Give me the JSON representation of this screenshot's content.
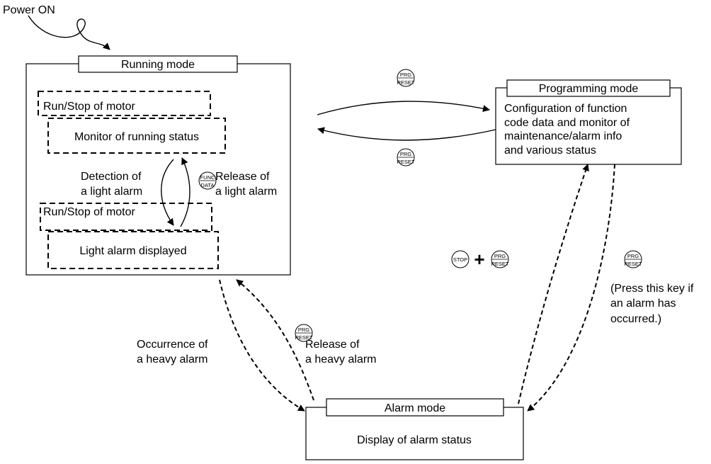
{
  "power_on": "Power ON",
  "running_mode": {
    "title": "Running mode",
    "run_stop_1": "Run/Stop of motor",
    "monitor": "Monitor of running status",
    "run_stop_2": "Run/Stop of motor",
    "light_alarm": "Light alarm displayed"
  },
  "programming_mode": {
    "title": "Programming mode",
    "desc": [
      "Configuration of function",
      "code data and monitor of",
      "maintenance/alarm info",
      "and various status"
    ]
  },
  "alarm_mode": {
    "title": "Alarm mode",
    "desc": "Display of alarm status"
  },
  "transitions": {
    "detect_light": [
      "Detection of",
      "a light alarm"
    ],
    "release_light": [
      "Release of",
      "a light alarm"
    ],
    "occur_heavy": [
      "Occurrence of",
      "a heavy alarm"
    ],
    "release_heavy": [
      "Release of",
      "a heavy alarm"
    ],
    "press_key": [
      "(Press this key if",
      "an alarm has",
      "occurred.)"
    ],
    "plus": "+"
  },
  "keys": {
    "prg_top": "PRG",
    "prg_bottom": "RESET",
    "func_top": "FUNC",
    "func_bottom": "DATA",
    "stop": "STOP"
  }
}
